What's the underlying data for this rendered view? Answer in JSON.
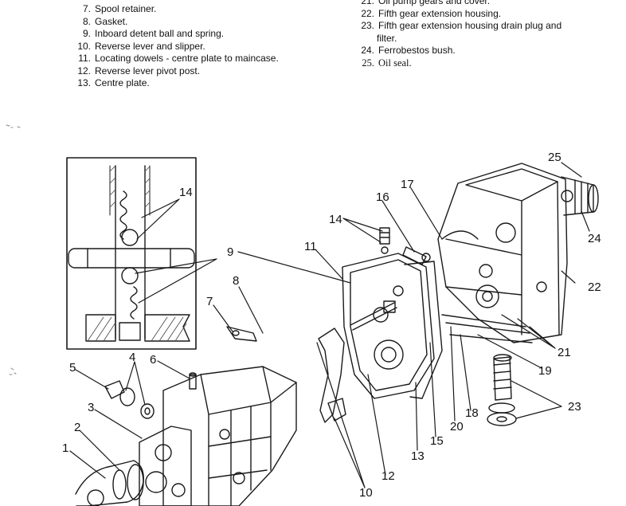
{
  "legend_left": [
    {
      "num": "7.",
      "text": "Spool retainer."
    },
    {
      "num": "8.",
      "text": "Gasket."
    },
    {
      "num": "9.",
      "text": "Inboard detent ball and spring."
    },
    {
      "num": "10.",
      "text": "Reverse lever and slipper."
    },
    {
      "num": "11.",
      "text": "Locating dowels - centre plate to maincase."
    },
    {
      "num": "12.",
      "text": "Reverse lever pivot post."
    },
    {
      "num": "13.",
      "text": "Centre plate."
    }
  ],
  "legend_right": [
    {
      "num": "21.",
      "text": "Oil pump gears and cover."
    },
    {
      "num": "22.",
      "text": "Fifth gear extension housing."
    },
    {
      "num": "23.",
      "text": "Fifth gear extension housing drain plug and",
      "cont": "filter."
    },
    {
      "num": "24.",
      "text": "Ferrobestos bush."
    },
    {
      "num": "25.",
      "text": "Oil seal."
    }
  ],
  "callouts": {
    "n1": "1",
    "n2": "2",
    "n3": "3",
    "n4": "4",
    "n5": "5",
    "n6": "6",
    "n7": "7",
    "n8": "8",
    "n9": "9",
    "n10": "10",
    "n11": "11",
    "n12": "12",
    "n13": "13",
    "n14a": "14",
    "n14b": "14",
    "n15": "15",
    "n16": "16",
    "n17": "17",
    "n18": "18",
    "n19": "19",
    "n20": "20",
    "n21": "21",
    "n22": "22",
    "n23": "23",
    "n24": "24",
    "n25": "25"
  }
}
